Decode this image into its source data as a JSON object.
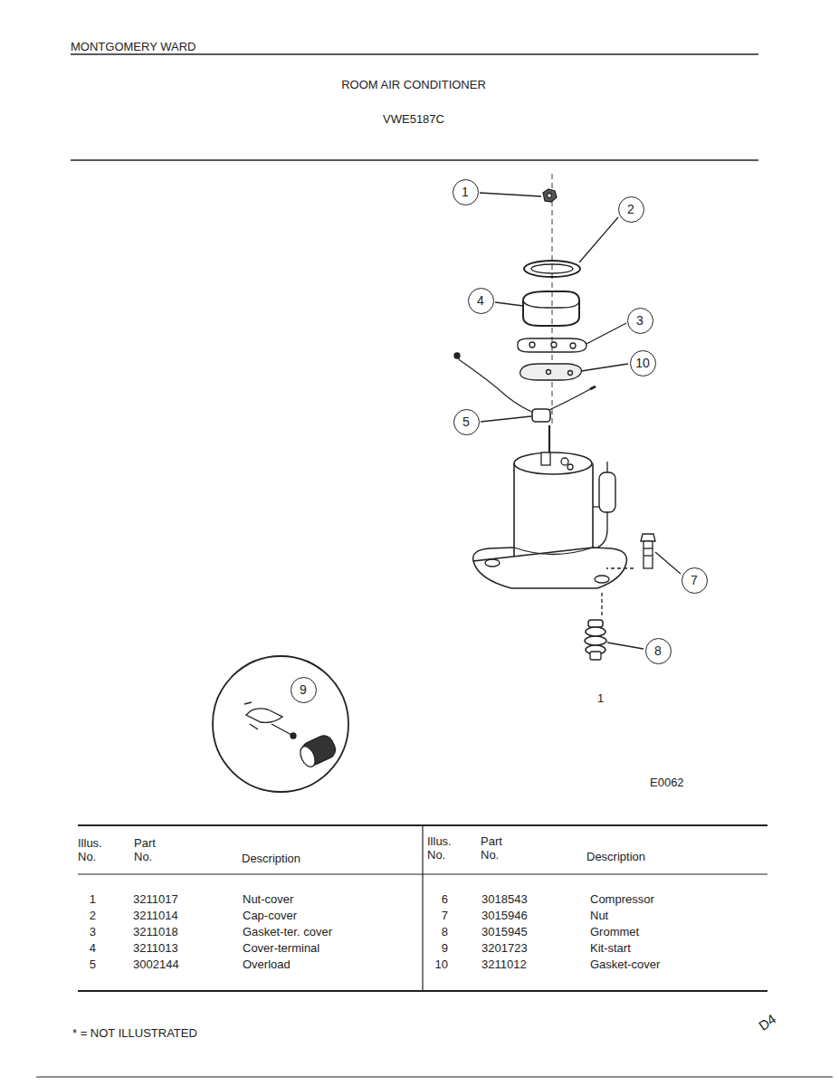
{
  "diagram": {
    "title": "ROOM AIR CONDITIONER",
    "nodes": [
      {
        "text": [
          "1"
        ]
      },
      {
        "text": [
          "2"
        ]
      },
      {
        "text": [
          "4"
        ]
      },
      {
        "text": [
          "3"
        ]
      },
      {
        "text": [
          "10"
        ]
      },
      {
        "text": [
          "5"
        ]
      },
      {
        "text": [
          "7"
        ]
      },
      {
        "text": [
          "8"
        ]
      },
      {
        "text": [
          "9"
        ]
      }
    ],
    "labels": [
      "MONTGOMERY WARD",
      "VWE5187C",
      "E0062",
      "Illus. No.",
      "Part No.",
      "Description",
      "Illus. No.",
      "Part No.",
      "Description",
      "1",
      "3211017",
      "Nut-cover",
      "6",
      "3018543",
      "Compressor",
      "2",
      "3211014",
      "Cap-cover",
      "7",
      "3015946",
      "Nut",
      "3",
      "3211018",
      "Gasket-ter. cover",
      "8",
      "3015945",
      "Grommet",
      "4",
      "3211013",
      "Cover-terminal",
      "9",
      "3201723",
      "Kit-start",
      "5",
      "3002144",
      "Overload",
      "10",
      "3211012",
      "Gasket-cover",
      "* = NOT ILLUSTRATED",
      "D4",
      "1"
    ]
  }
}
